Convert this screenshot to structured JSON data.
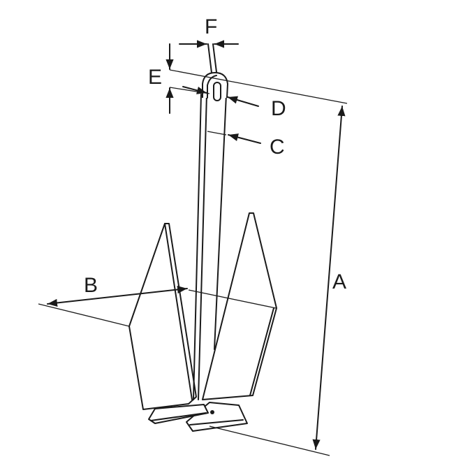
{
  "diagram": {
    "subject": "anchor",
    "labels": {
      "A": "A",
      "B": "B",
      "C": "C",
      "D": "D",
      "E": "E",
      "F": "F"
    },
    "line_color": "#1a1a1a"
  }
}
